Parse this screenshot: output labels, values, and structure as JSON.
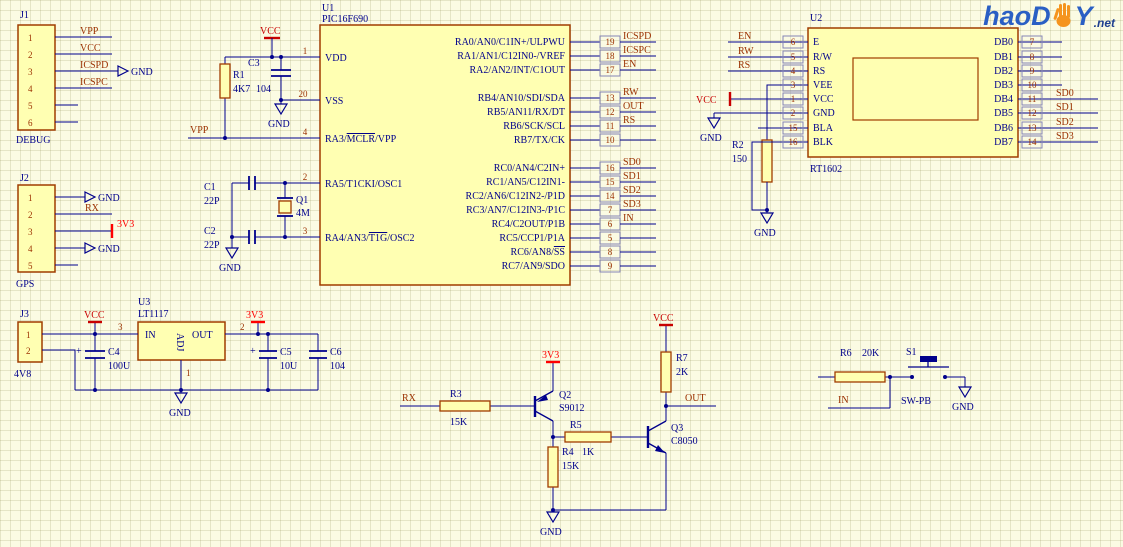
{
  "logo": {
    "left": "haoD",
    "right": "Y",
    "suffix": ".net"
  },
  "power": {
    "vcc": "VCC",
    "gnd": "GND",
    "v3": "3V3"
  },
  "nets": {
    "vpp": "VPP",
    "vcc": "VCC",
    "icspd": "ICSPD",
    "icspc": "ICSPC",
    "rx": "RX",
    "in": "IN",
    "out": "OUT"
  },
  "colors": {
    "wire": "#00008C",
    "component_outline": "#A03C00",
    "component_fill": "#FFFFB2",
    "net_label": "#9B3000",
    "power_red": "#C80000",
    "v3_red": "#FF0000",
    "background": "#FBFBE3",
    "logo_blue": "#2A5FC4",
    "logo_hand": "#F5941E"
  },
  "j1": {
    "ref": "J1",
    "name": "DEBUG",
    "pins": [
      "1",
      "2",
      "3",
      "4",
      "5",
      "6"
    ]
  },
  "j2": {
    "ref": "J2",
    "name": "GPS",
    "pins": [
      "1",
      "2",
      "3",
      "4",
      "5"
    ]
  },
  "j3": {
    "ref": "J3",
    "name": "4V8",
    "pins": [
      "1",
      "2"
    ]
  },
  "u1": {
    "ref": "U1",
    "part": "PIC16F690",
    "left": [
      {
        "num": "1",
        "pre": "VDD"
      },
      {
        "num": "20",
        "pre": "VSS"
      },
      {
        "num": "4",
        "pre": "RA3/",
        "ov": "MCLR",
        "post": "/VPP"
      },
      {
        "num": "2",
        "pre": "RA5/T1CKI/OSC1"
      },
      {
        "num": "3",
        "pre": "RA4/AN3/",
        "ov": "T1G",
        "post": "/OSC2"
      }
    ],
    "right": [
      {
        "num": "19",
        "pre": "RA0/AN0/C1IN+/ULPWU",
        "net": "ICSPD"
      },
      {
        "num": "18",
        "pre": "RA1/AN1/C12IN0-/VREF",
        "net": "ICSPC"
      },
      {
        "num": "17",
        "pre": "RA2/AN2/INT/C1OUT",
        "net": "EN"
      },
      {
        "num": "13",
        "pre": "RB4/AN10/SDI/SDA",
        "net": "RW"
      },
      {
        "num": "12",
        "pre": "RB5/AN11/RX/DT",
        "net": "OUT"
      },
      {
        "num": "11",
        "pre": "RB6/SCK/SCL",
        "net": "RS"
      },
      {
        "num": "10",
        "pre": "RB7/TX/CK"
      },
      {
        "num": "16",
        "pre": "RC0/AN4/C2IN+",
        "net": "SD0"
      },
      {
        "num": "15",
        "pre": "RC1/AN5/C12IN1-",
        "net": "SD1"
      },
      {
        "num": "14",
        "pre": "RC2/AN6/C12IN2-/P1D",
        "net": "SD2"
      },
      {
        "num": "7",
        "pre": "RC3/AN7/C12IN3-/P1C",
        "net": "SD3"
      },
      {
        "num": "6",
        "pre": "RC4/C2OUT/P1B",
        "net": "IN"
      },
      {
        "num": "5",
        "pre": "RC5/CCP1/P1A"
      },
      {
        "num": "8",
        "pre": "RC6/AN8/",
        "ov": "SS"
      },
      {
        "num": "9",
        "pre": "RC7/AN9/SDO"
      }
    ]
  },
  "u2": {
    "ref": "U2",
    "part": "RT1602",
    "left": [
      {
        "num": "6",
        "name": "E",
        "net": "EN"
      },
      {
        "num": "5",
        "name": "R/W",
        "net": "RW"
      },
      {
        "num": "4",
        "name": "RS",
        "net": "RS"
      },
      {
        "num": "3",
        "name": "VEE"
      },
      {
        "num": "1",
        "name": "VCC"
      },
      {
        "num": "2",
        "name": "GND"
      },
      {
        "num": "15",
        "name": "BLA"
      },
      {
        "num": "16",
        "name": "BLK"
      }
    ],
    "right": [
      {
        "num": "7",
        "name": "DB0"
      },
      {
        "num": "8",
        "name": "DB1"
      },
      {
        "num": "9",
        "name": "DB2"
      },
      {
        "num": "10",
        "name": "DB3"
      },
      {
        "num": "11",
        "name": "DB4",
        "net": "SD0"
      },
      {
        "num": "12",
        "name": "DB5",
        "net": "SD1"
      },
      {
        "num": "13",
        "name": "DB6",
        "net": "SD2"
      },
      {
        "num": "14",
        "name": "DB7",
        "net": "SD3"
      }
    ]
  },
  "u3": {
    "ref": "U3",
    "part": "LT1117",
    "pin_in": "IN",
    "pin_out": "OUT",
    "pin_adj": "ADJ",
    "num_in": "3",
    "num_out": "2",
    "num_adj": "1"
  },
  "r1": {
    "ref": "R1",
    "val": "4K7"
  },
  "r2": {
    "ref": "R2",
    "val": "150"
  },
  "r3": {
    "ref": "R3",
    "val": "15K"
  },
  "r4": {
    "ref": "R4",
    "val": "15K"
  },
  "r5": {
    "ref": "R5",
    "val": "1K"
  },
  "r6": {
    "ref": "R6",
    "val": "20K"
  },
  "r7": {
    "ref": "R7",
    "val": "2K"
  },
  "c1": {
    "ref": "C1",
    "val": "22P"
  },
  "c2": {
    "ref": "C2",
    "val": "22P"
  },
  "c3": {
    "ref": "C3",
    "val": "104"
  },
  "c4": {
    "ref": "C4",
    "val": "100U",
    "plus": "+"
  },
  "c5": {
    "ref": "C5",
    "val": "10U",
    "plus": "+"
  },
  "c6": {
    "ref": "C6",
    "val": "104"
  },
  "q1": {
    "ref": "Q1",
    "val": "4M"
  },
  "q2": {
    "ref": "Q2",
    "part": "S9012"
  },
  "q3": {
    "ref": "Q3",
    "part": "C8050"
  },
  "s1": {
    "ref": "S1",
    "part": "SW-PB"
  }
}
